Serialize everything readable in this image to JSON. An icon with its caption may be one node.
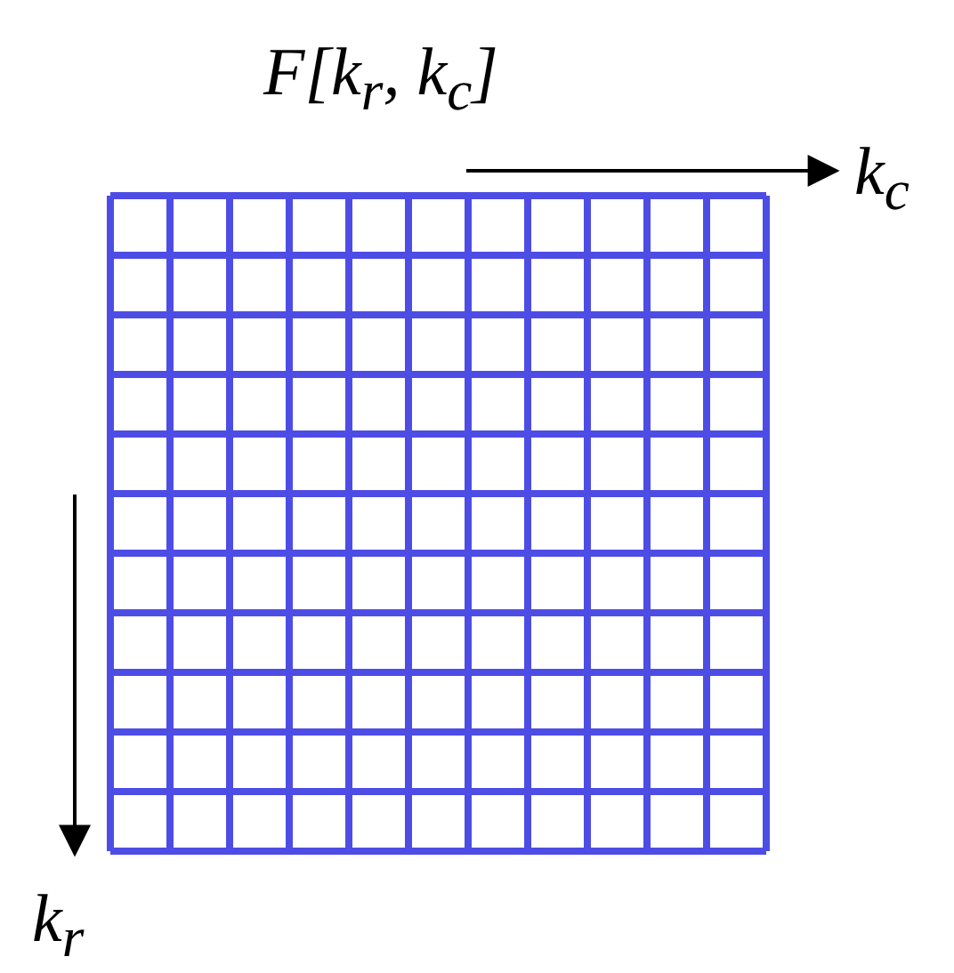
{
  "diagram": {
    "title": "F[k$_{r}$, k$_{c}$]",
    "labels": [
      "k$_{c}$",
      "k$_{r}$"
    ]
  }
}
